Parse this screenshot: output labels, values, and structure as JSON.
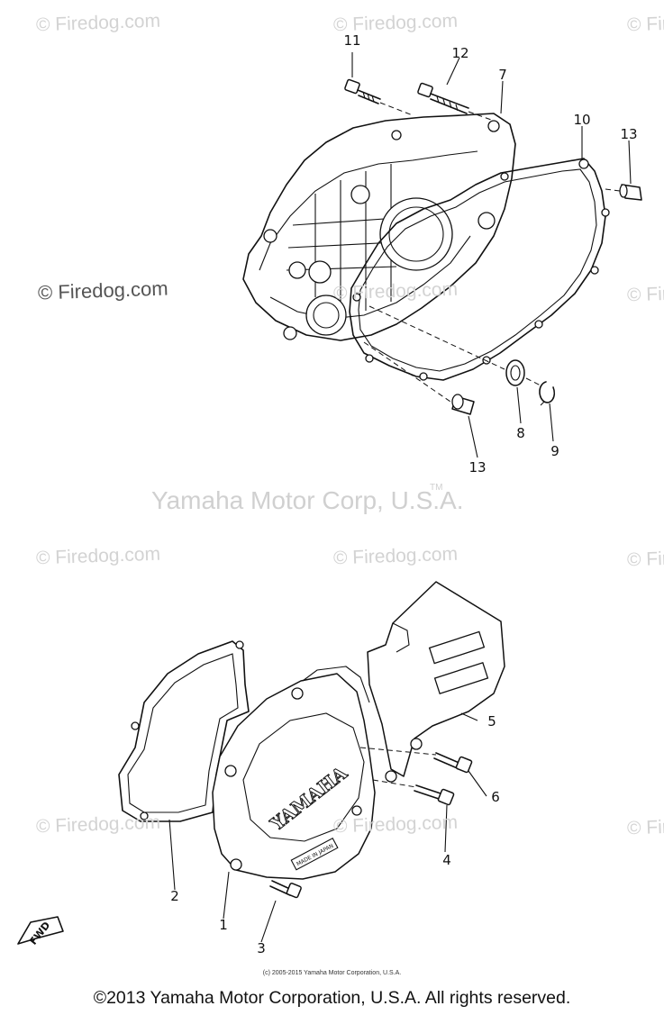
{
  "watermarks": {
    "text": "© Firedog.com"
  },
  "maker": {
    "text": "Yamaha Motor Corp, U.S.A.",
    "tm": "TM"
  },
  "callouts": {
    "p1": "1",
    "p2": "2",
    "p3": "3",
    "p4": "4",
    "p5": "5",
    "p6": "6",
    "p7": "7",
    "p8": "8",
    "p9": "9",
    "p10": "10",
    "p11": "11",
    "p12": "12",
    "p13a": "13",
    "p13b": "13"
  },
  "cover_text": {
    "brand": "YAMAHA",
    "made_in": "MADE IN JAPAN"
  },
  "fwd_label": "FWD",
  "footer": {
    "small": "(c) 2005-2015 Yamaha Motor Corporation, U.S.A.",
    "copyright": "©2013 Yamaha Motor Corporation, U.S.A. All rights reserved."
  }
}
